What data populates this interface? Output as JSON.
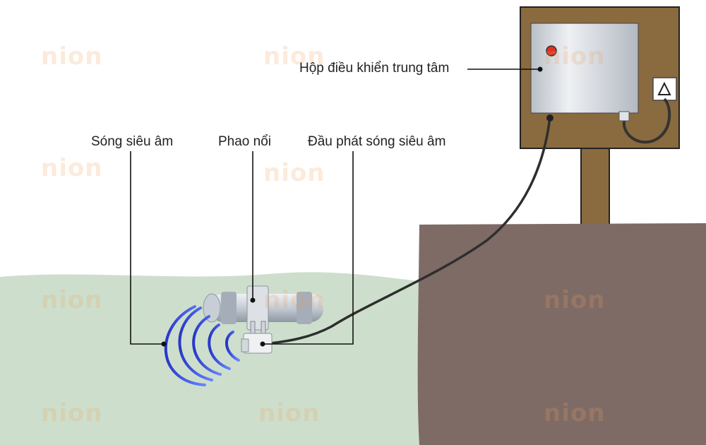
{
  "labels": {
    "control_box": "Hộp điều khiển trung tâm",
    "ultrasonic_wave": "Sóng siêu âm",
    "float": "Phao nổi",
    "transmitter": "Đầu phát sóng siêu âm"
  },
  "watermark": "nion",
  "colors": {
    "water": "#cddfcc",
    "soil": "#7e6b66",
    "post": "#8a6a3f",
    "panel": "#c5cbd3",
    "waves": "#3b55e6",
    "indicator": "#e03020"
  }
}
